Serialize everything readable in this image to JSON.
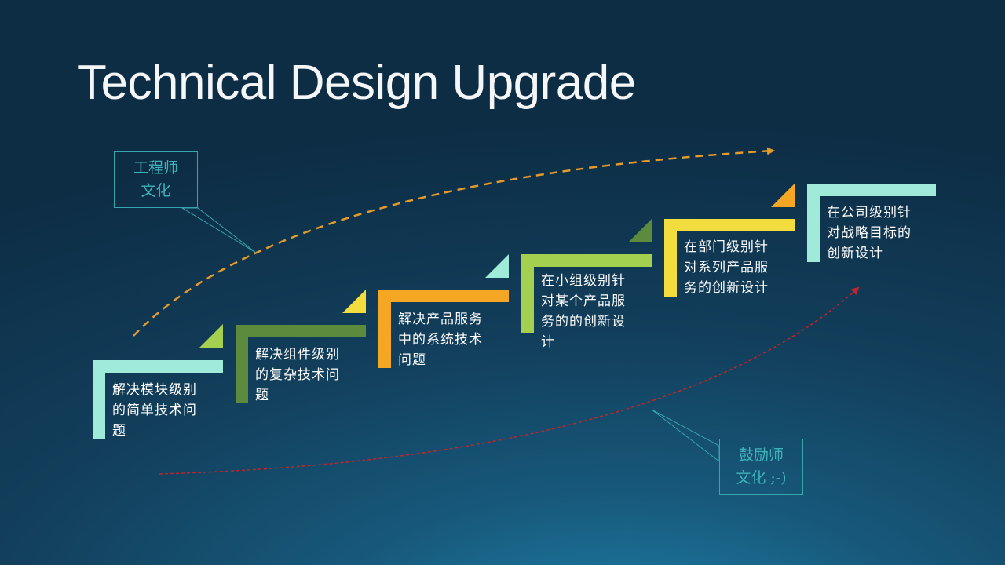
{
  "slide": {
    "title": "Technical Design Upgrade"
  },
  "colors": {
    "mint": "#9fead8",
    "dark_green": "#5d8b3d",
    "light_green": "#a3d04e",
    "orange": "#f5a623",
    "yellow": "#f3dd3e",
    "orange_arrow": "#e39b2c",
    "red_arrow": "#c0242c",
    "callout": "#3aa4ad"
  },
  "steps": [
    {
      "text": "解决模块级别\n的简单技术问\n题"
    },
    {
      "text": "解决组件级别\n的复杂技术问\n题"
    },
    {
      "text": "解决产品服务\n中的系统技术\n问题"
    },
    {
      "text": "在小组级别针\n对某个产品服\n务的的创新设\n计"
    },
    {
      "text": "在部门级别针\n对系列产品服\n务的创新设计"
    },
    {
      "text": "在公司级别针\n对战略目标的\n创新设计"
    }
  ],
  "callouts": {
    "engineer_culture": "工程师\n文化",
    "encourage_culture": "鼓励师\n文化 ;-)"
  }
}
